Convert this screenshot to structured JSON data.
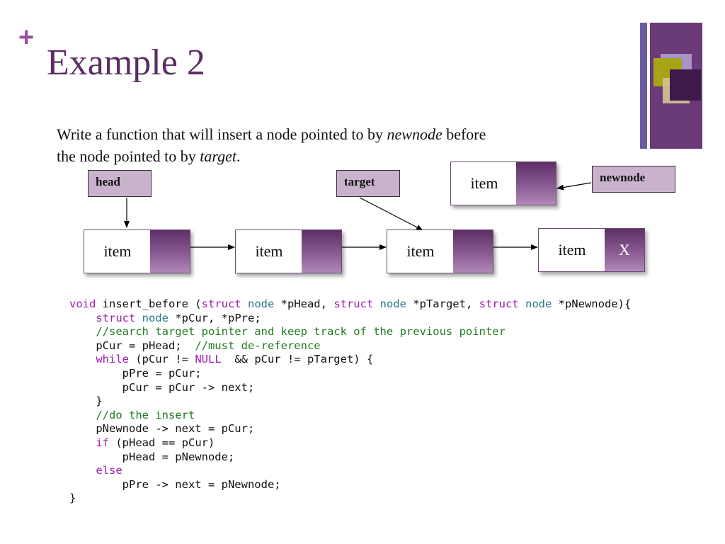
{
  "slide": {
    "marker": "+",
    "title": "Example 2"
  },
  "intro": {
    "line1_prefix": "Write a function that will insert a node pointed to by ",
    "line1_em": "newnode",
    "line1_suffix": " before",
    "line2_prefix": "the node pointed to by ",
    "line2_em": "target",
    "line2_suffix": "."
  },
  "diagram": {
    "pointers": {
      "head": "head",
      "target": "target",
      "newnode": "newnode"
    },
    "nodes": [
      {
        "label": "item",
        "next": ""
      },
      {
        "label": "item",
        "next": ""
      },
      {
        "label": "item",
        "next": ""
      },
      {
        "label": "item",
        "next": "X"
      }
    ],
    "new_node": {
      "label": "item",
      "next": ""
    }
  },
  "colors": {
    "accent": "#9b4fa5",
    "title": "#5a2e63",
    "node_fill_dark": "#5e2f67",
    "node_fill_light": "#b08ab8",
    "pointer_box": "#c8b2cc",
    "keyword": "#a01ab0",
    "type": "#2a7a8a",
    "comment": "#1f7a1f"
  },
  "code": {
    "lines": [
      [
        {
          "t": "void",
          "c": "kw"
        },
        {
          "t": " insert_before (",
          "c": ""
        },
        {
          "t": "struct",
          "c": "kw"
        },
        {
          "t": " ",
          "c": ""
        },
        {
          "t": "node",
          "c": "ty"
        },
        {
          "t": " *pHead, ",
          "c": ""
        },
        {
          "t": "struct",
          "c": "kw"
        },
        {
          "t": " ",
          "c": ""
        },
        {
          "t": "node",
          "c": "ty"
        },
        {
          "t": " *pTarget, ",
          "c": ""
        },
        {
          "t": "struct",
          "c": "kw"
        },
        {
          "t": " ",
          "c": ""
        },
        {
          "t": "node",
          "c": "ty"
        },
        {
          "t": " *pNewnode){",
          "c": ""
        }
      ],
      [
        {
          "t": "    ",
          "c": ""
        },
        {
          "t": "struct",
          "c": "kw"
        },
        {
          "t": " ",
          "c": ""
        },
        {
          "t": "node",
          "c": "ty"
        },
        {
          "t": " *pCur, *pPre;",
          "c": ""
        }
      ],
      [
        {
          "t": "    ",
          "c": ""
        },
        {
          "t": "//search target pointer and keep track of the previous pointer",
          "c": "cm"
        }
      ],
      [
        {
          "t": "    pCur = pHead;  ",
          "c": ""
        },
        {
          "t": "//must de-reference",
          "c": "cm"
        }
      ],
      [
        {
          "t": "    ",
          "c": ""
        },
        {
          "t": "while",
          "c": "kw"
        },
        {
          "t": " (pCur != ",
          "c": ""
        },
        {
          "t": "NULL",
          "c": "kw"
        },
        {
          "t": "  && pCur != pTarget) {",
          "c": ""
        }
      ],
      [
        {
          "t": "        pPre = pCur;",
          "c": ""
        }
      ],
      [
        {
          "t": "        pCur = pCur -> next;",
          "c": ""
        }
      ],
      [
        {
          "t": "    }",
          "c": ""
        }
      ],
      [
        {
          "t": "    ",
          "c": ""
        },
        {
          "t": "//do the insert",
          "c": "cm"
        }
      ],
      [
        {
          "t": "    pNewnode -> next = pCur;",
          "c": ""
        }
      ],
      [
        {
          "t": "    ",
          "c": ""
        },
        {
          "t": "if",
          "c": "kw"
        },
        {
          "t": " (pHead == pCur)",
          "c": ""
        }
      ],
      [
        {
          "t": "        pHead = pNewnode;",
          "c": ""
        }
      ],
      [
        {
          "t": "    ",
          "c": ""
        },
        {
          "t": "else",
          "c": "kw"
        }
      ],
      [
        {
          "t": "        pPre -> next = pNewnode;",
          "c": ""
        }
      ],
      [
        {
          "t": "}",
          "c": ""
        }
      ]
    ]
  }
}
